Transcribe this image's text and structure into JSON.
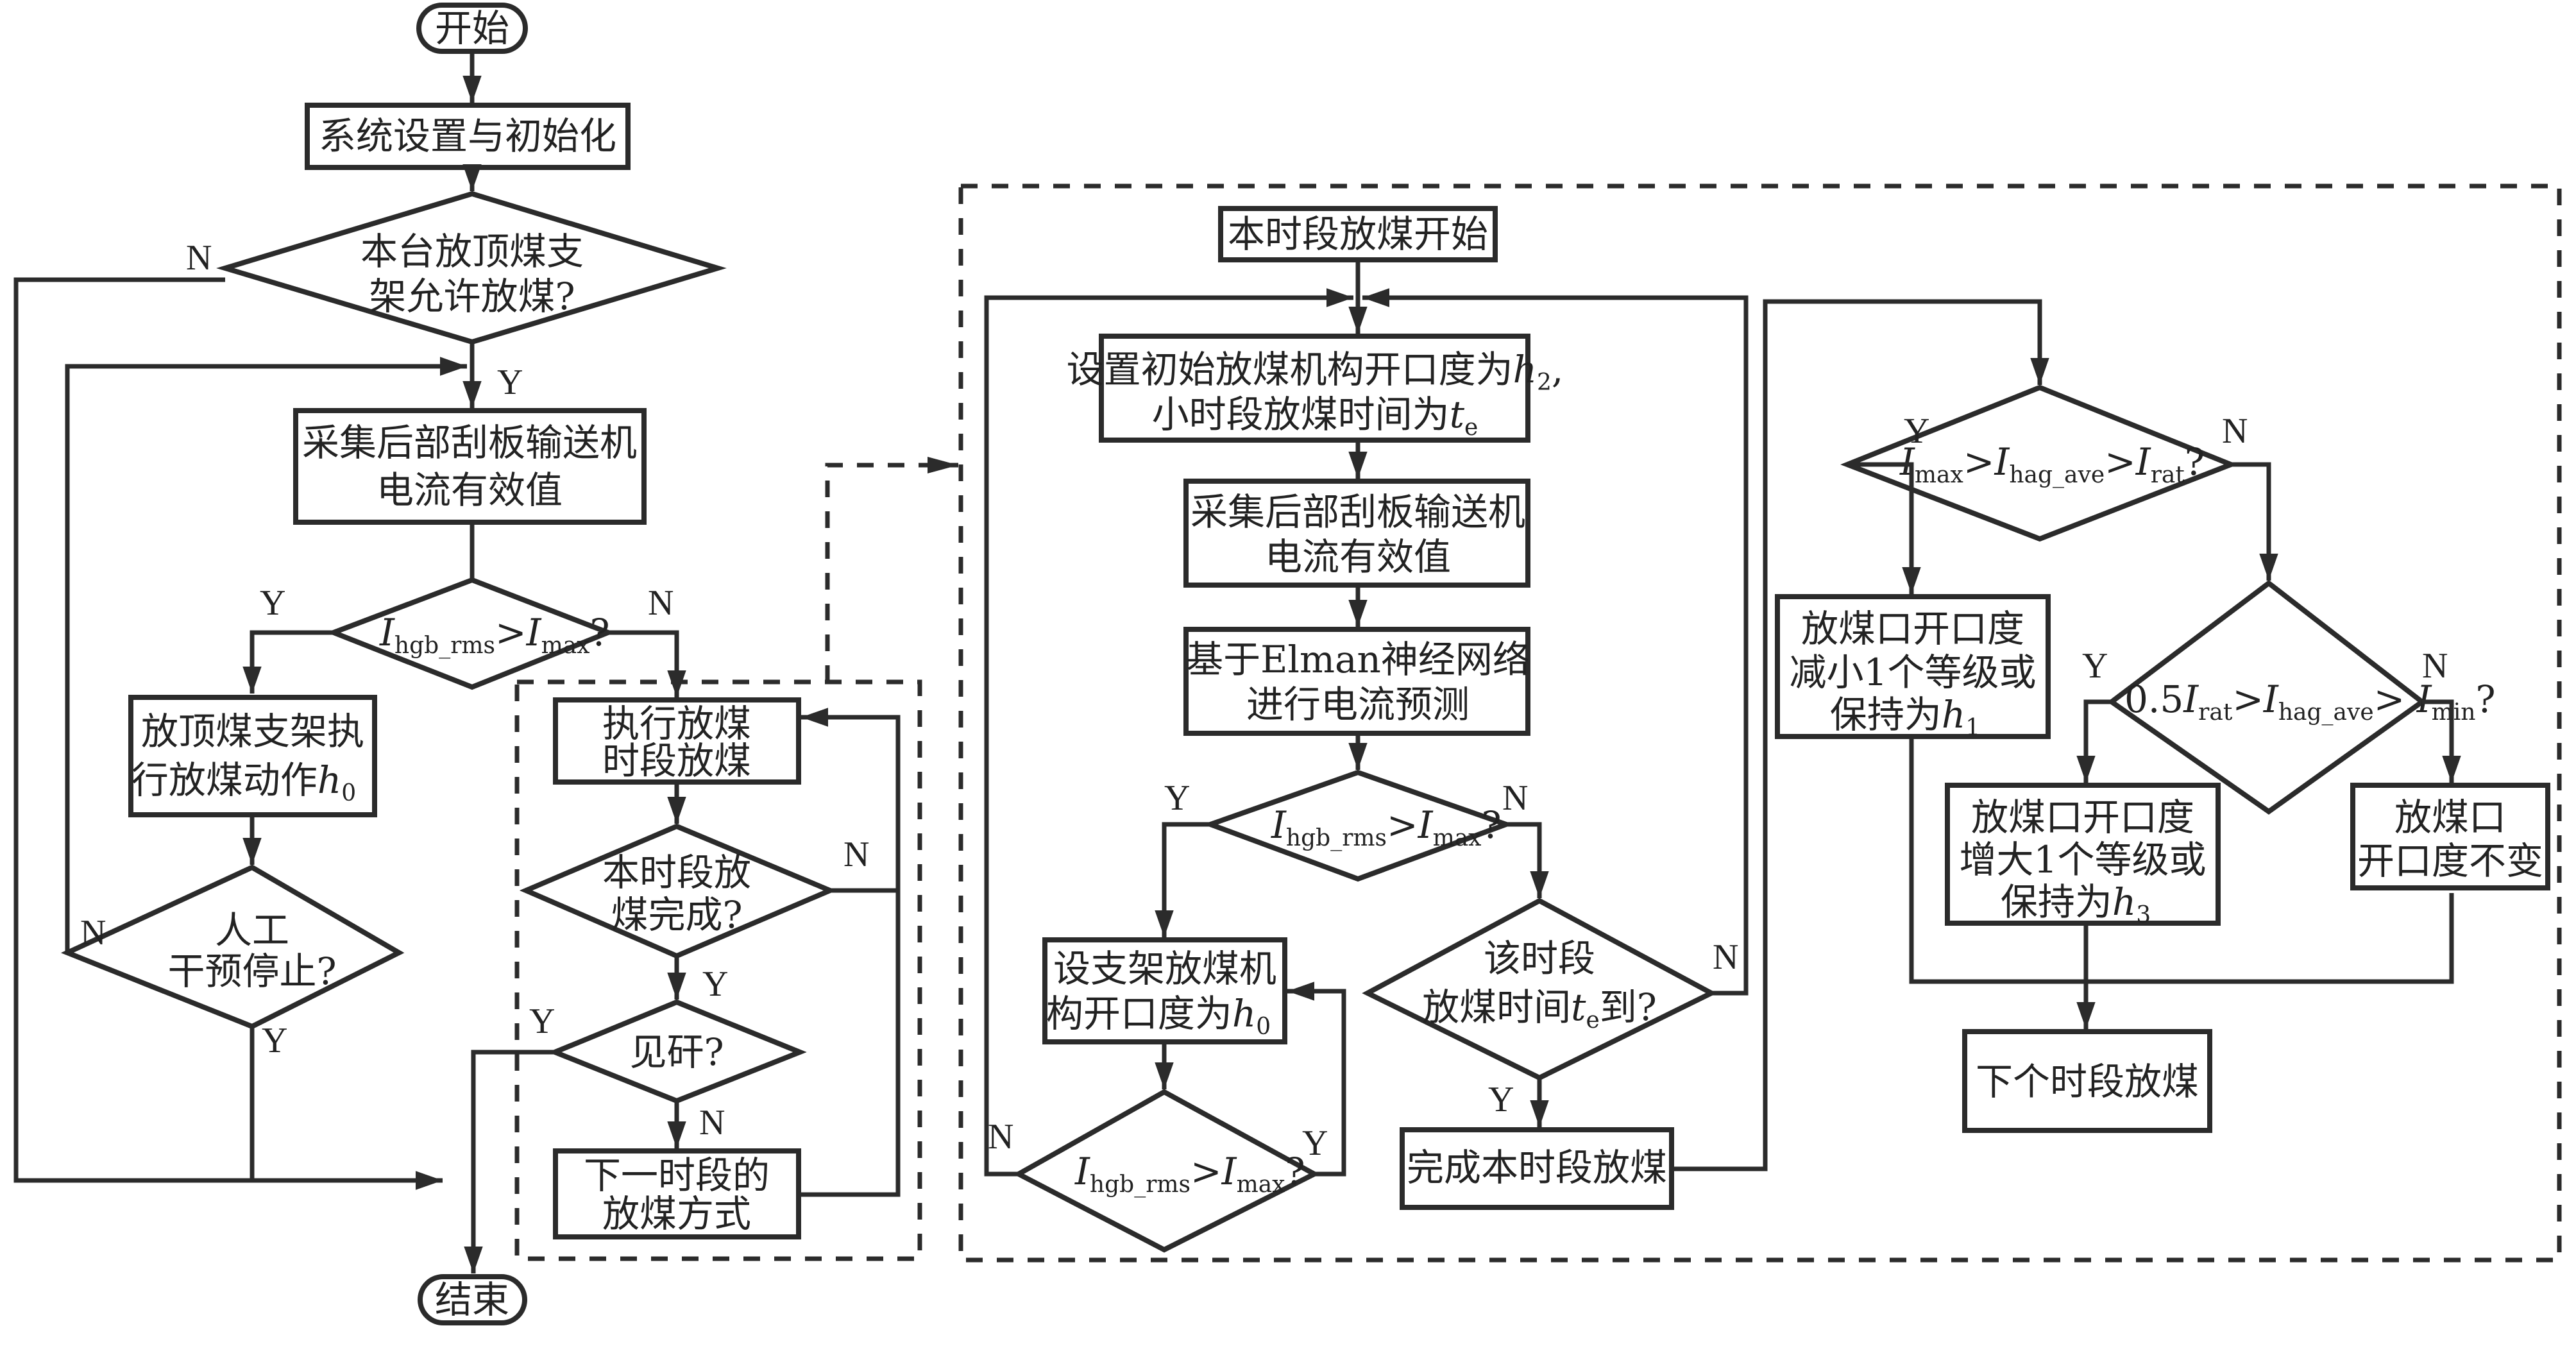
{
  "diagram": {
    "type": "flowchart",
    "main_flow": {
      "start": "开始",
      "init": "系统设置与初始化",
      "allow_check": [
        "本台放顶煤支",
        "架允许放煤?"
      ],
      "collect": [
        "采集后部刮板输送机",
        "电流有效值"
      ],
      "current_check": {
        "I": "I",
        "sub1": "hgb_rms",
        "op": ">",
        "I2": "I",
        "sub2": "max",
        "q": "?"
      },
      "action_h0": [
        "放顶煤支架执",
        "行放煤动作"
      ],
      "action_h0_var": "h",
      "action_h0_sub": "0",
      "manual_stop": [
        "人工",
        "干预停止?"
      ],
      "end": "结束"
    },
    "small_loop": {
      "execute": [
        "执行放煤",
        "时段放煤"
      ],
      "period_done": [
        "本时段放",
        "煤完成?"
      ],
      "see_gangue": "见矸?",
      "next_mode": [
        "下一时段的",
        "放煤方式"
      ]
    },
    "detail_flow": {
      "period_start": "本时段放煤开始",
      "set_initial": {
        "line1": "设置初始放煤机构开口度为",
        "var1": "h",
        "sub1": "2",
        "comma": ",",
        "line2": "小时段放煤时间为",
        "var2": "t",
        "sub2": "e"
      },
      "collect": [
        "采集后部刮板输送机",
        "电流有效值"
      ],
      "elman": [
        "基于Elman神经网络",
        "进行电流预测"
      ],
      "current_check": {
        "I": "I",
        "sub1": "hgb_rms",
        "op": ">",
        "I2": "I",
        "sub2": "max",
        "q": "?"
      },
      "set_h0": [
        "设支架放煤机",
        "构开口度为"
      ],
      "set_h0_var": "h",
      "set_h0_sub": "0",
      "current_check2": {
        "I": "I",
        "sub1": "hgb_rms",
        "op": ">",
        "I2": "I",
        "sub2": "max",
        "q": "?"
      },
      "time_check": {
        "line1": "该时段",
        "line2a": "放煤时间",
        "var": "t",
        "sub": "e",
        "line2b": "到?"
      },
      "complete": "完成本时段放煤",
      "range_check1": {
        "I1": "I",
        "s1": "max",
        "op1": ">",
        "I2": "I",
        "s2": "hag_ave",
        "op2": ">",
        "I3": "I",
        "s3": "rat",
        "q": "?"
      },
      "decrease": [
        "放煤口开口度",
        "减小1个等级或",
        "保持为"
      ],
      "decrease_var": "h",
      "decrease_sub": "1",
      "range_check2": {
        "pre": "0.5",
        "I1": "I",
        "s1": "rat",
        "op1": ">",
        "I2": "I",
        "s2": "hag_ave",
        "op2": "> ",
        "I3": "I",
        "s3": "min",
        "q": "?"
      },
      "increase": [
        "放煤口开口度",
        "增大1个等级或",
        "保持为"
      ],
      "increase_var": "h",
      "increase_sub": "3",
      "unchanged": [
        "放煤口",
        "开口度不变"
      ],
      "next_period": "下个时段放煤"
    },
    "branch_labels": {
      "yes": "Y",
      "no": "N"
    },
    "colors": {
      "line": "#2b2b2b",
      "background": "#ffffff",
      "text": "#222222"
    }
  }
}
